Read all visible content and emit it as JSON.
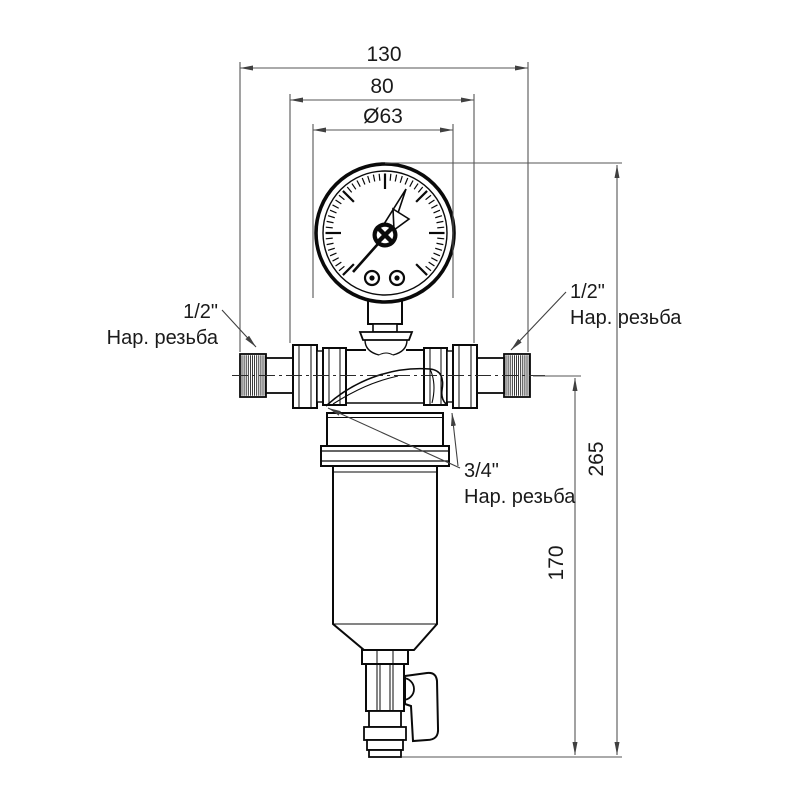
{
  "drawing": {
    "background": "#ffffff",
    "outline_color": "#0a0a0a",
    "dimension_color": "#565656",
    "dims": {
      "overall_width": "130",
      "union_span": "80",
      "gauge_diameter": "Ø63",
      "overall_height": "265",
      "axis_to_bottom": "170"
    },
    "labels": {
      "left_port_size": "1/2\"",
      "left_port_type": "Нар. резьба",
      "right_port_size": "1/2\"",
      "right_port_type": "Нар. резьба",
      "union_port_size": "3/4\"",
      "union_port_type": "Нар. резьба"
    }
  }
}
